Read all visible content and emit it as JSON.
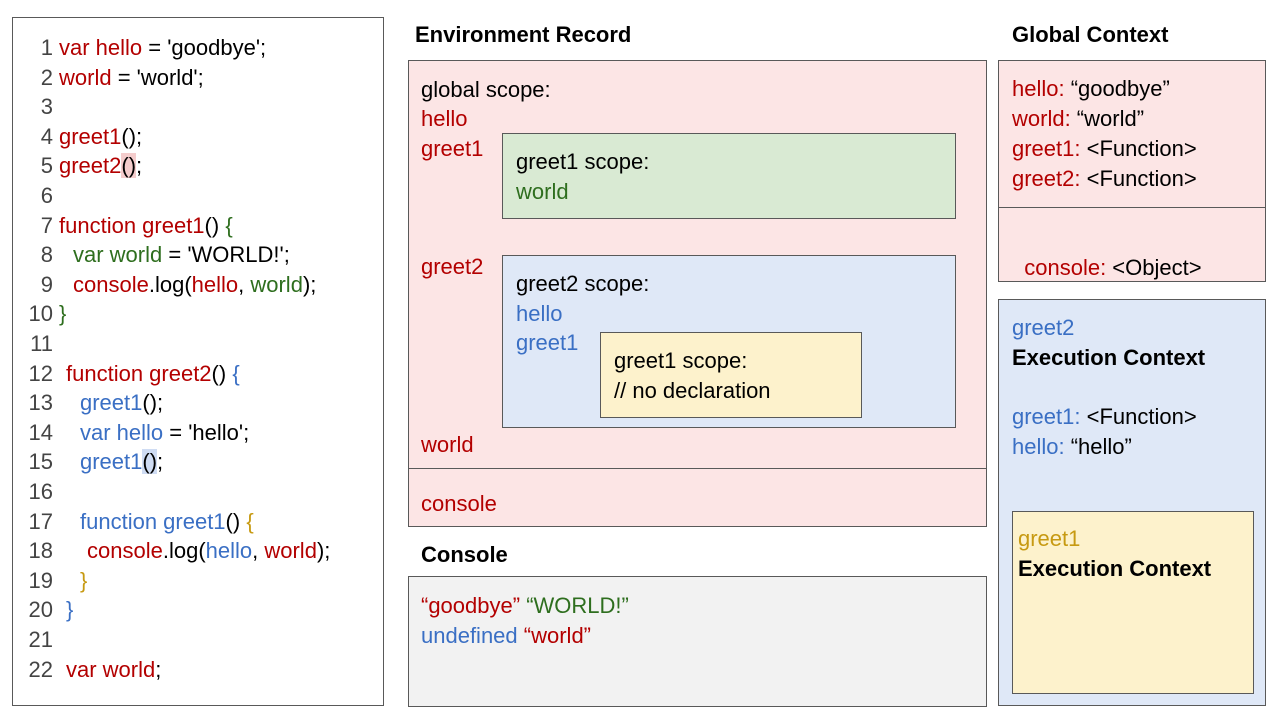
{
  "code": {
    "lines": [
      {
        "num": "1",
        "indent": 0,
        "tokens": [
          {
            "t": "var hello",
            "c": "red"
          },
          {
            "t": " = 'goodbye';",
            "c": "black"
          }
        ]
      },
      {
        "num": "2",
        "indent": 0,
        "tokens": [
          {
            "t": "world",
            "c": "red"
          },
          {
            "t": " = 'world';",
            "c": "black"
          }
        ]
      },
      {
        "num": "3",
        "indent": 0,
        "tokens": []
      },
      {
        "num": "4",
        "indent": 0,
        "tokens": [
          {
            "t": "greet1",
            "c": "red"
          },
          {
            "t": "();",
            "c": "black"
          }
        ]
      },
      {
        "num": "5",
        "indent": 0,
        "tokens": [
          {
            "t": "greet2",
            "c": "red"
          },
          {
            "t": "()",
            "c": "black",
            "hl": "red"
          },
          {
            "t": ";",
            "c": "black"
          }
        ]
      },
      {
        "num": "6",
        "indent": 0,
        "tokens": []
      },
      {
        "num": "7",
        "indent": 0,
        "tokens": [
          {
            "t": "function greet1",
            "c": "red"
          },
          {
            "t": "() ",
            "c": "black"
          },
          {
            "t": "{",
            "c": "green"
          }
        ]
      },
      {
        "num": "8",
        "indent": 1,
        "tokens": [
          {
            "t": "var world",
            "c": "green"
          },
          {
            "t": " = 'WORLD!';",
            "c": "black"
          }
        ]
      },
      {
        "num": "9",
        "indent": 1,
        "tokens": [
          {
            "t": "console",
            "c": "red"
          },
          {
            "t": ".log(",
            "c": "black"
          },
          {
            "t": "hello",
            "c": "red"
          },
          {
            "t": ", ",
            "c": "black"
          },
          {
            "t": "world",
            "c": "green"
          },
          {
            "t": ");",
            "c": "black"
          }
        ]
      },
      {
        "num": "10",
        "indent": 0,
        "tokens": [
          {
            "t": "}",
            "c": "green"
          }
        ]
      },
      {
        "num": "11",
        "indent": 0,
        "tokens": []
      },
      {
        "num": "12",
        "indent": 0.5,
        "tokens": [
          {
            "t": "function greet2",
            "c": "red"
          },
          {
            "t": "() ",
            "c": "black"
          },
          {
            "t": "{",
            "c": "blue"
          }
        ]
      },
      {
        "num": "13",
        "indent": 1.5,
        "tokens": [
          {
            "t": "greet1",
            "c": "blue"
          },
          {
            "t": "();",
            "c": "black"
          }
        ]
      },
      {
        "num": "14",
        "indent": 1.5,
        "tokens": [
          {
            "t": "var hello",
            "c": "blue"
          },
          {
            "t": " = 'hello';",
            "c": "black"
          }
        ]
      },
      {
        "num": "15",
        "indent": 1.5,
        "tokens": [
          {
            "t": "greet1",
            "c": "blue"
          },
          {
            "t": "()",
            "c": "black",
            "hl": "blue"
          },
          {
            "t": ";",
            "c": "black"
          }
        ]
      },
      {
        "num": "16",
        "indent": 0,
        "tokens": []
      },
      {
        "num": "17",
        "indent": 1.5,
        "tokens": [
          {
            "t": "function greet1",
            "c": "blue"
          },
          {
            "t": "() ",
            "c": "black"
          },
          {
            "t": "{",
            "c": "gold"
          }
        ]
      },
      {
        "num": "18",
        "indent": 2,
        "tokens": [
          {
            "t": "console",
            "c": "red"
          },
          {
            "t": ".log(",
            "c": "black"
          },
          {
            "t": "hello",
            "c": "blue"
          },
          {
            "t": ", ",
            "c": "black"
          },
          {
            "t": "world",
            "c": "red"
          },
          {
            "t": ");",
            "c": "black"
          }
        ]
      },
      {
        "num": "19",
        "indent": 1.5,
        "tokens": [
          {
            "t": "}",
            "c": "gold"
          }
        ]
      },
      {
        "num": "20",
        "indent": 0.5,
        "tokens": [
          {
            "t": "}",
            "c": "blue"
          }
        ]
      },
      {
        "num": "21",
        "indent": 0,
        "tokens": []
      },
      {
        "num": "22",
        "indent": 0.5,
        "tokens": [
          {
            "t": "var world",
            "c": "red"
          },
          {
            "t": ";",
            "c": "black"
          }
        ]
      }
    ]
  },
  "env_record": {
    "title": "Environment Record",
    "global_scope_label": "global scope:",
    "global_ids": {
      "hello": "hello",
      "greet1": "greet1",
      "greet2": "greet2",
      "world": "world",
      "console": "console"
    },
    "greet1_scope": {
      "label": "greet1 scope:",
      "ids": [
        "world"
      ]
    },
    "greet2_scope": {
      "label": "greet2 scope:",
      "ids": [
        "hello",
        "greet1"
      ]
    },
    "inner_greet1_scope": {
      "label": "greet1 scope:",
      "note": "// no declaration"
    }
  },
  "console_panel": {
    "title": "Console",
    "lines": [
      [
        {
          "t": "“goodbye”",
          "c": "red"
        },
        {
          "t": " ",
          "c": "black"
        },
        {
          "t": "“WORLD!”",
          "c": "green"
        }
      ],
      [
        {
          "t": "undefined",
          "c": "blue"
        },
        {
          "t": " ",
          "c": "black"
        },
        {
          "t": "“world”",
          "c": "red"
        }
      ]
    ]
  },
  "global_context": {
    "title": "Global Context",
    "entries": [
      {
        "key": "hello:",
        "value": " “goodbye”"
      },
      {
        "key": "world:",
        "value": " “world”"
      },
      {
        "key": "greet1:",
        "value": " <Function>"
      },
      {
        "key": "greet2:",
        "value": " <Function>"
      }
    ],
    "extra": {
      "key": "console:",
      "value": " <Object>"
    }
  },
  "greet2_exec": {
    "name": "greet2",
    "title": "Execution Context",
    "entries": [
      {
        "key": "greet1:",
        "value": " <Function>"
      },
      {
        "key": "hello:",
        "value": " “hello”"
      }
    ]
  },
  "greet1_exec": {
    "name": "greet1",
    "title": "Execution Context"
  },
  "colors": {
    "red_fill": "#fce5e5",
    "green_fill": "#d9ead3",
    "blue_fill": "#dfe8f7",
    "yellow_fill": "#fdf2cc",
    "grey_fill": "#f2f2f2",
    "red_text": "#b30000",
    "green_text": "#2e6e1e",
    "blue_text": "#3a6fc4",
    "gold_text": "#c79a12"
  }
}
